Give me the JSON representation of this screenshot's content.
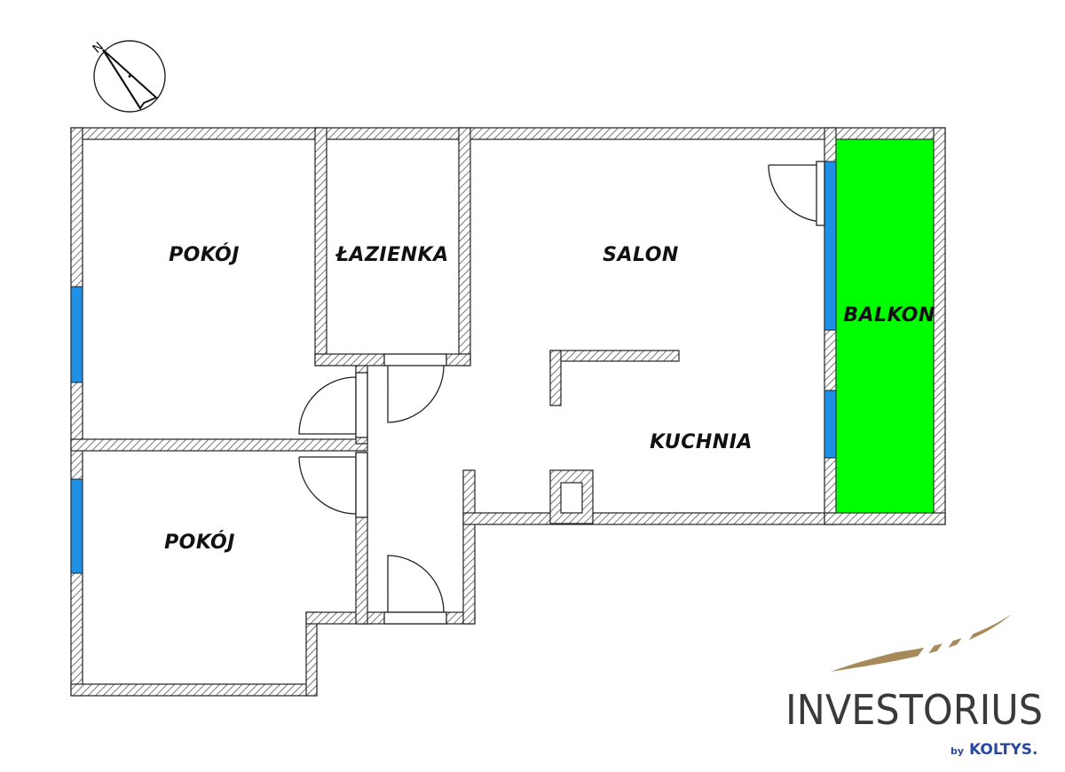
{
  "compass": {
    "north_letter": "N",
    "icon": "compass-north-arrow-icon"
  },
  "rooms": {
    "pokoj_top": "POKÓJ",
    "lazienka": "ŁAZIENKA",
    "salon": "SALON",
    "balkon": "BALKON",
    "kuchnia": "KUCHNIA",
    "pokoj_bottom": "POKÓJ"
  },
  "colors": {
    "wall_hatch": "#444444",
    "window": "#1e90e6",
    "balcony_fill": "#00ff00",
    "logo_gold": "#a8895a",
    "logo_text": "#3a3a3a",
    "by_text": "#2a4aa0"
  },
  "brand": {
    "name": "INVESTORIUS",
    "by": "by",
    "company": "KOLTYS."
  }
}
